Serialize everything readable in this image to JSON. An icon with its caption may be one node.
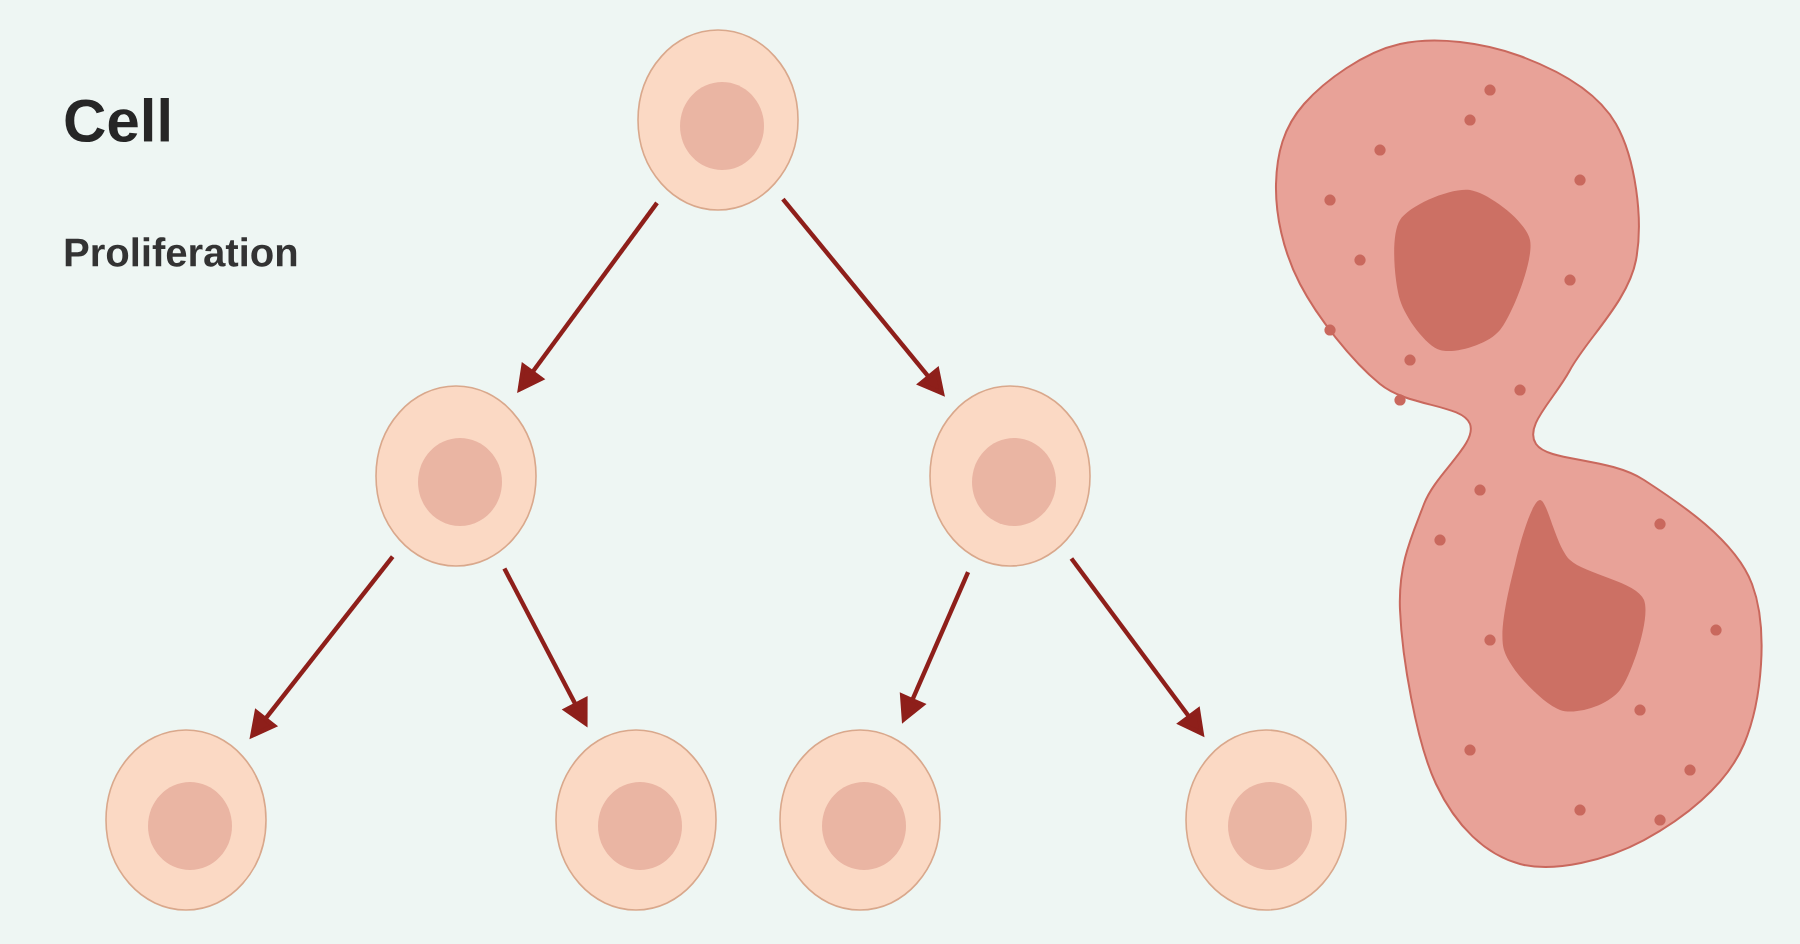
{
  "diagram": {
    "title": "Cell",
    "nodes": [
      {
        "text": [],
        "shape": "circle"
      },
      {
        "text": [],
        "shape": "circle"
      },
      {
        "text": [],
        "shape": "circle"
      },
      {
        "text": [],
        "shape": "circle"
      },
      {
        "text": [],
        "shape": "circle"
      },
      {
        "text": [],
        "shape": "circle"
      },
      {
        "text": [],
        "shape": "circle"
      }
    ],
    "edges": [
      {
        "from": 0,
        "to": 1,
        "arrow": "to"
      },
      {
        "from": 0,
        "to": 2,
        "arrow": "to"
      },
      {
        "from": 1,
        "to": 3,
        "arrow": "to"
      },
      {
        "from": 1,
        "to": 4,
        "arrow": "to"
      },
      {
        "from": 2,
        "to": 5,
        "arrow": "to"
      },
      {
        "from": 2,
        "to": 6,
        "arrow": "to"
      }
    ],
    "labels": [
      "Proliferation"
    ]
  }
}
